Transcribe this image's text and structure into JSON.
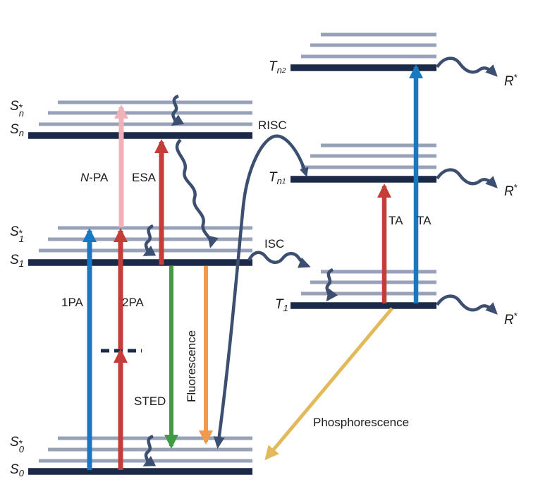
{
  "figure_type": "Jablonski energy-level diagram",
  "colors": {
    "background": "#ffffff",
    "level_dark": "#1b2a48",
    "vibrational_gray": "#97a2b8",
    "navy_arrow": "#3c4f70",
    "blue": "#1879c0",
    "red": "#c43d38",
    "pink": "#f0b2b9",
    "green": "#3f9c44",
    "orange": "#f09a4d",
    "yellow": "#e2ba5c",
    "text": "#1c1c1e"
  },
  "levels": {
    "sn_star": {
      "base": "S",
      "sup": "*",
      "sub": "n"
    },
    "sn": {
      "base": "S",
      "sub": "n"
    },
    "s1_star": {
      "base": "S",
      "sup": "*",
      "sub": "1"
    },
    "s1": {
      "base": "S",
      "sub": "1"
    },
    "s0_star": {
      "base": "S",
      "sup": "*",
      "sub": "0"
    },
    "s0": {
      "base": "S",
      "sub": "0"
    },
    "tn2": {
      "base": "T",
      "sub": "n",
      "subsub": "2"
    },
    "tn1": {
      "base": "T",
      "sub": "n",
      "subsub": "1"
    },
    "t1": {
      "base": "T",
      "sub": "1"
    },
    "r_star": {
      "base": "R",
      "sup": "*"
    }
  },
  "processes": {
    "pa1": "1PA",
    "pa2": "2PA",
    "npa_italic": "N",
    "npa_rest": "-PA",
    "esa": "ESA",
    "sted": "STED",
    "fluorescence": "Fluorescence",
    "isc": "ISC",
    "risc": "RISC",
    "ta_left": "TA",
    "ta_right": "TA",
    "phosphorescence": "Phosphorescence"
  },
  "arrows": [
    {
      "name": "1PA",
      "from": "S0",
      "to": "S1*",
      "color": "blue"
    },
    {
      "name": "2PA",
      "from": "S0",
      "to": "S1*",
      "via": "virtual state (dashed)",
      "color": "red"
    },
    {
      "name": "N-PA",
      "from": "S1*",
      "to": "Sn*",
      "color": "pink"
    },
    {
      "name": "ESA",
      "from": "S1",
      "to": "Sn",
      "color": "red"
    },
    {
      "name": "STED",
      "from": "S1",
      "to": "S0*",
      "color": "green"
    },
    {
      "name": "Fluorescence",
      "from": "S1",
      "to": "S0*",
      "color": "orange"
    },
    {
      "name": "ISC",
      "from": "S1",
      "to": "T1 vibrational",
      "color": "navy",
      "style": "wavy"
    },
    {
      "name": "RISC",
      "from": "Tn1",
      "to": "S0*",
      "color": "navy",
      "style": "curved"
    },
    {
      "name": "TA",
      "from": "T1",
      "to": "Tn1",
      "color": "red"
    },
    {
      "name": "TA",
      "from": "T1",
      "to": "Tn2",
      "color": "blue"
    },
    {
      "name": "Phosphorescence",
      "from": "T1",
      "to": "ground",
      "color": "yellow"
    },
    {
      "name": "internal conversion",
      "from": "Sn",
      "to": "S1",
      "color": "navy",
      "style": "wavy"
    },
    {
      "name": "R* generation",
      "from": "Tn2/Tn1/T1",
      "to": "R*",
      "color": "navy",
      "style": "wavy"
    }
  ]
}
